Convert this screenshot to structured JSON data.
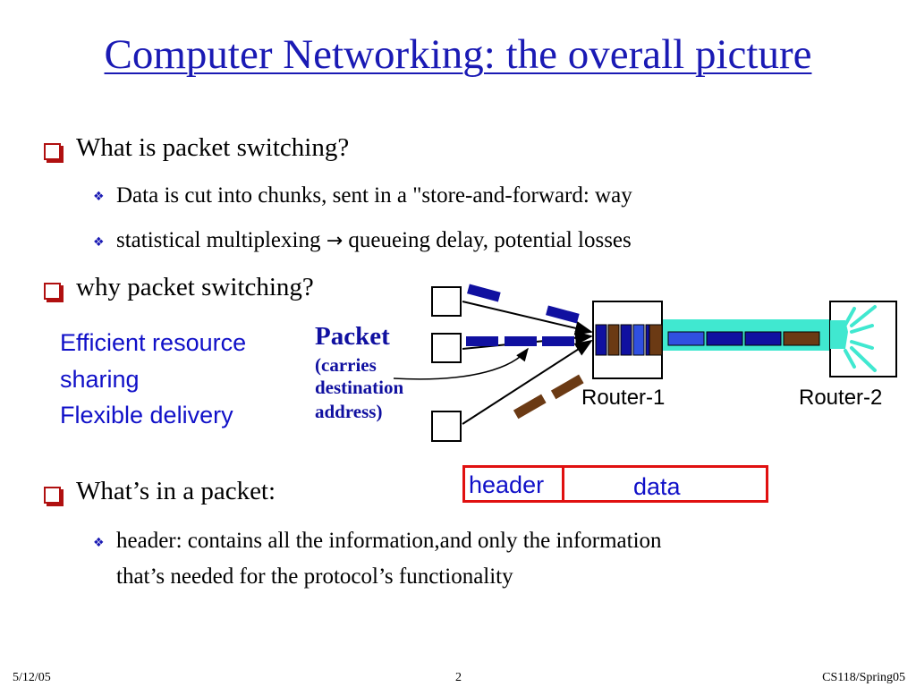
{
  "slide": {
    "title": "Computer Networking: the overall picture",
    "bullets": [
      {
        "text": "What is packet switching?",
        "sub": [
          "Data is cut into chunks, sent in a \"store-and-forward: way",
          "statistical multiplexing",
          "queueing delay, potential losses"
        ]
      },
      {
        "text": "why packet switching?"
      },
      {
        "text": "What’s in a packet:",
        "sub": [
          "header: contains all the information,and only the information",
          "that’s needed for the protocol’s functionality"
        ]
      }
    ],
    "benefits": [
      "Efficient resource",
      "sharing",
      "Flexible delivery"
    ],
    "packet_note": {
      "title": "Packet",
      "lines": [
        "(carries",
        "destination",
        "address)"
      ]
    },
    "routers": [
      "Router-1",
      "Router-2"
    ],
    "packet_format": {
      "header": "header",
      "data": "data"
    },
    "footer": {
      "date": "5/12/05",
      "page": "2",
      "course": "CS118/Spring05"
    }
  },
  "colors": {
    "title": "#1a1ab4",
    "bullet_box": "#b01010",
    "blue_text": "#1010c8",
    "packet_blue": "#1010a0",
    "packet_brown": "#6b3a14",
    "link_cyan": "#40e8d0",
    "packet_border": "#e01010"
  }
}
